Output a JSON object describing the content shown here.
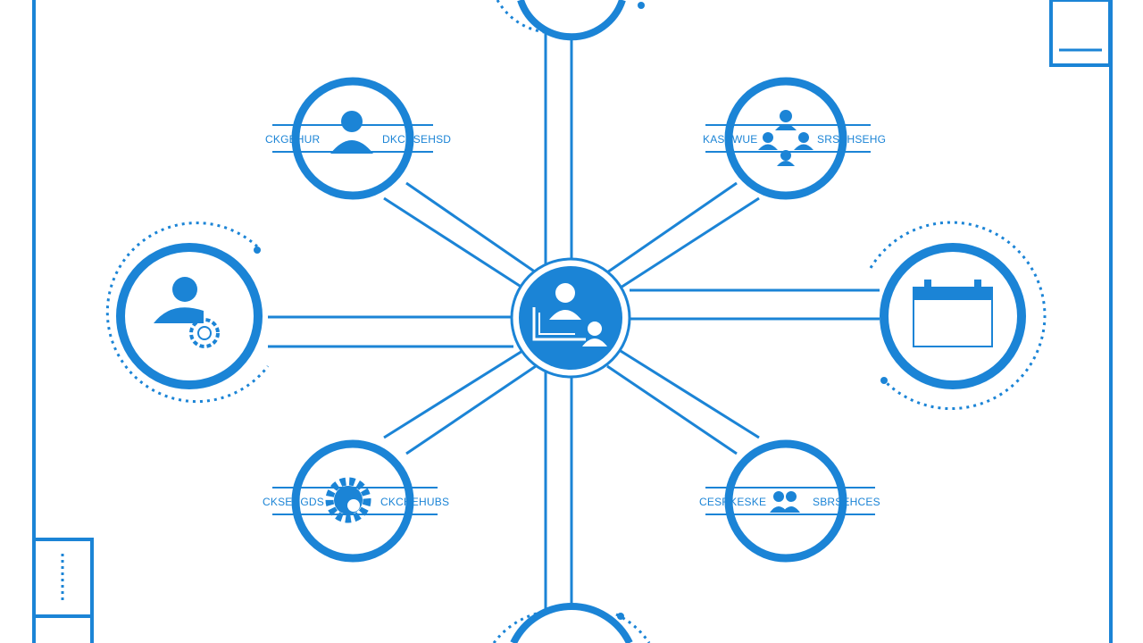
{
  "theme": {
    "accent": "#1B84D6",
    "background": "#FFFFFF"
  },
  "diagram": {
    "type": "hub-and-spoke network",
    "center": {
      "icon": "team-presentation-icon"
    },
    "nodes": [
      {
        "id": "top",
        "icon": "unknown-icon"
      },
      {
        "id": "top-left",
        "icon": "user-icon",
        "left_label": "CKGEHUR",
        "right_label": "DKCHSEHSD"
      },
      {
        "id": "top-right",
        "icon": "team-network-icon",
        "left_label": "KASEWUE",
        "right_label": "SRSEHSEHG"
      },
      {
        "id": "left",
        "icon": "user-gear-icon"
      },
      {
        "id": "right",
        "icon": "calendar-icon"
      },
      {
        "id": "bottom-left",
        "icon": "gear-icon",
        "left_label": "CKSEDGDS",
        "right_label": "CKCHEHUBS"
      },
      {
        "id": "bottom-right",
        "icon": "user-pair-icon",
        "left_label": "CESRKESKE",
        "right_label": "SBRSEHCES"
      },
      {
        "id": "bottom",
        "icon": "unknown-icon"
      }
    ]
  }
}
